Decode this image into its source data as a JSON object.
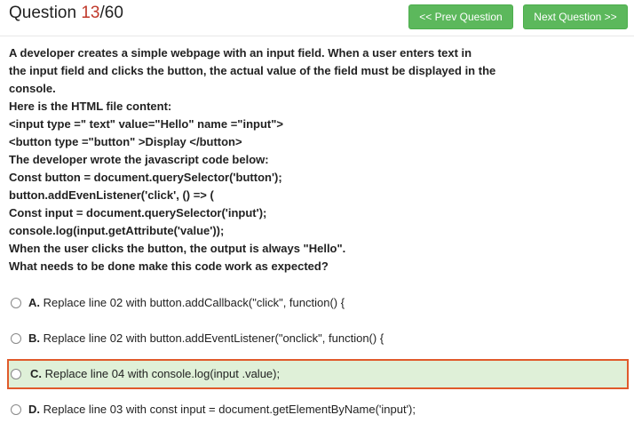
{
  "header": {
    "question_label": "Question",
    "current": "13",
    "total_sep": "/60",
    "prev_label": "<< Prev Question",
    "next_label": "Next Question >>"
  },
  "question": {
    "lines": [
      "A developer creates a simple webpage with an input field. When a user enters text in",
      "the input field and clicks the button, the actual value of the field must be displayed in the",
      "console.",
      "Here is the HTML file content:",
      "<input type =\" text\" value=\"Hello\" name =\"input\">",
      "<button type =\"button\" >Display </button>",
      "The developer wrote the javascript code below:",
      "Const button = document.querySelector('button');",
      "button.addEvenListener('click', () => (",
      "Const input = document.querySelector('input');",
      "console.log(input.getAttribute('value'));",
      "When the user clicks the button, the output is always \"Hello\".",
      "What needs to be done make this code work as expected?"
    ]
  },
  "options": [
    {
      "letter": "A.",
      "text": " Replace line 02 with button.addCallback(\"click\", function() {"
    },
    {
      "letter": "B.",
      "text": " Replace line 02 with button.addEventListener(\"onclick\", function() {"
    },
    {
      "letter": "C.",
      "text": " Replace line 04 with console.log(input .value);"
    },
    {
      "letter": "D.",
      "text": " Replace line 03 with const input = document.getElementByName('input');"
    }
  ],
  "colors": {
    "button_green": "#5cb85c",
    "current_number": "#c0392b",
    "correct_highlight_bg": "#dff0d8",
    "correct_highlight_border": "#e05a2b"
  }
}
